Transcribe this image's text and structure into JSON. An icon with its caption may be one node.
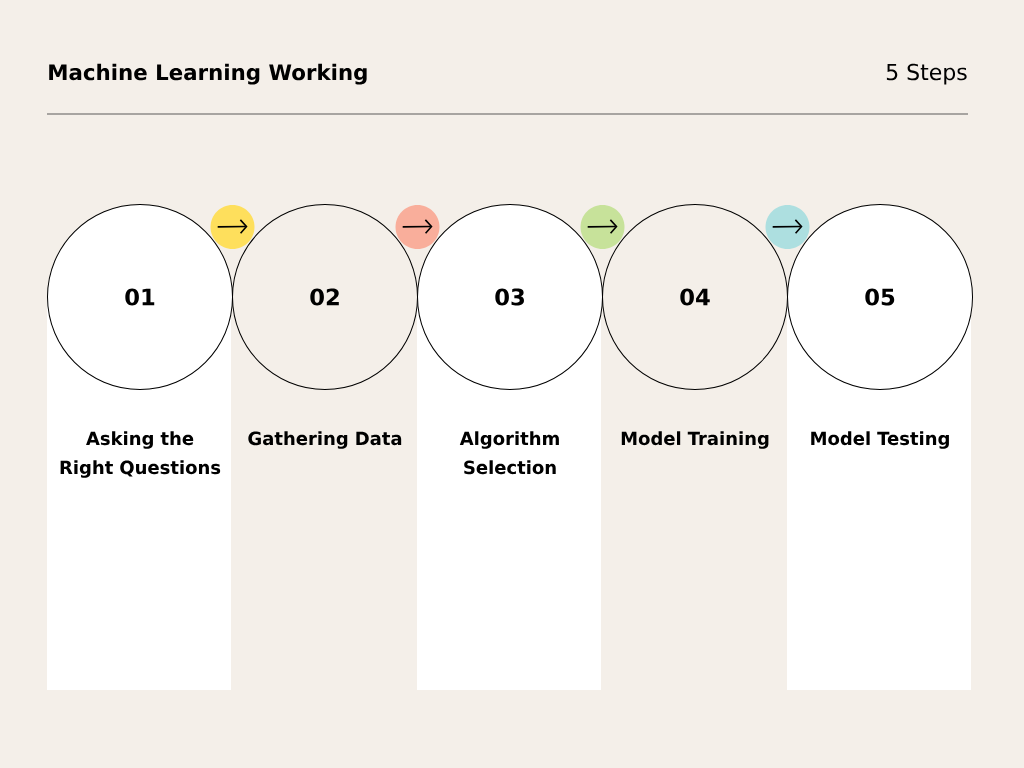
{
  "diagram": {
    "title": "Machine Learning Working",
    "nodes": [
      {
        "text": [
          "01"
        ],
        "beside": [
          "Asking the Right Questions"
        ]
      },
      {
        "text": [
          "02"
        ],
        "beside": [
          "Gathering Data"
        ]
      },
      {
        "text": [
          "03"
        ],
        "beside": [
          "Algorithm Selection"
        ]
      },
      {
        "text": [
          "04"
        ],
        "beside": [
          "Model Training"
        ]
      },
      {
        "text": [
          "05"
        ],
        "beside": [
          "Model Testing"
        ]
      }
    ],
    "edges": [
      {
        "from": 0,
        "to": 1,
        "arrow": "to"
      },
      {
        "from": 1,
        "to": 2,
        "arrow": "to"
      },
      {
        "from": 2,
        "to": 3,
        "arrow": "to"
      },
      {
        "from": 3,
        "to": 4,
        "arrow": "to"
      }
    ],
    "labels": [
      "5 Steps"
    ]
  }
}
